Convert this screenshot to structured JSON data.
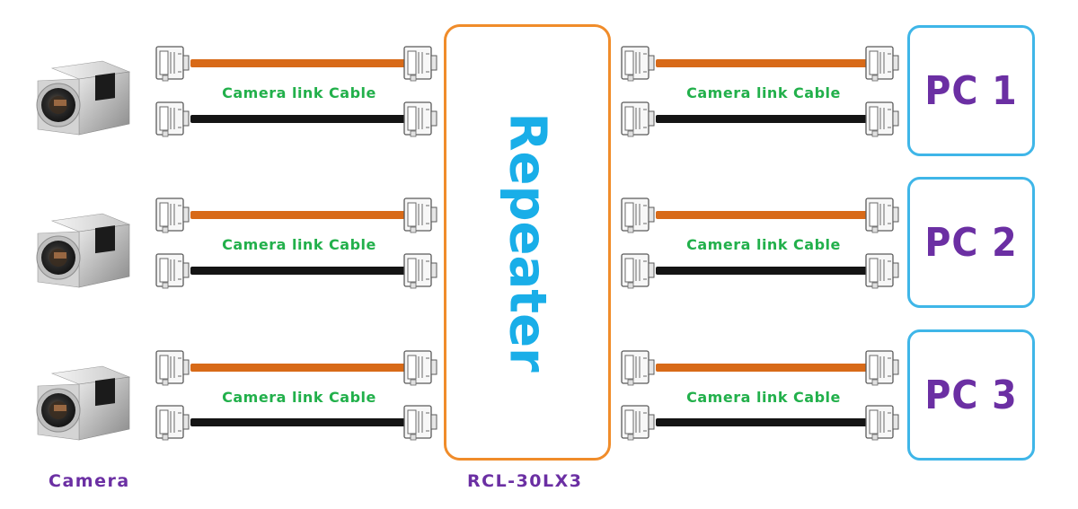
{
  "colors": {
    "orange_cable": "#d86a18",
    "black_cable": "#141414",
    "cable_label": "#22b04b",
    "repeater_border": "#f08c2a",
    "repeater_text": "#19aee8",
    "pc_border": "#3fb6e8",
    "pc_text": "#6b2fa3",
    "footer_text": "#6b2fa3"
  },
  "icons": [
    "camera-icon",
    "connector-icon"
  ],
  "cable_labels": [
    "Camera link Cable",
    "Camera link Cable",
    "Camera link Cable",
    "Camera link Cable",
    "Camera link Cable",
    "Camera link Cable"
  ],
  "repeater": {
    "label": "Repeater"
  },
  "pcs": [
    "PC 1",
    "PC 2",
    "PC 3"
  ],
  "footer": {
    "camera_label": "Camera",
    "model_label": "RCL-30LX3"
  }
}
